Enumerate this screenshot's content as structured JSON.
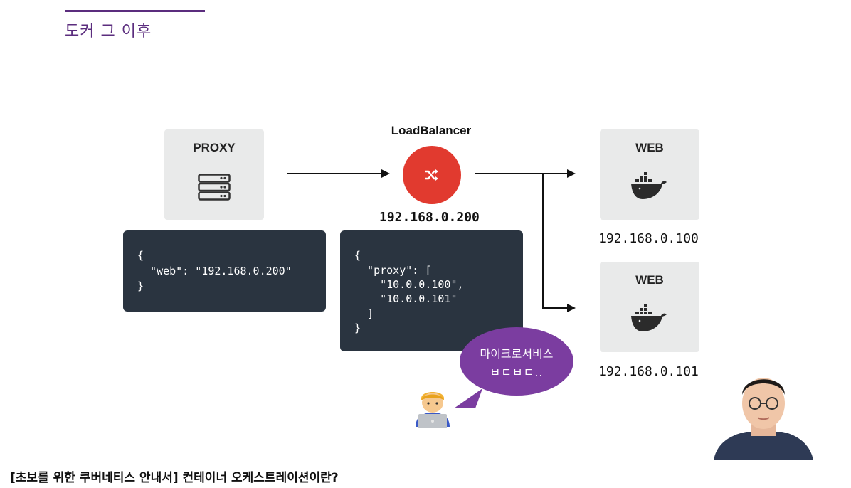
{
  "slide": {
    "title": "도커 그 이후"
  },
  "proxy_card": {
    "label": "PROXY"
  },
  "load_balancer": {
    "label": "LoadBalancer",
    "ip": "192.168.0.200"
  },
  "web_cards": [
    {
      "label": "WEB",
      "ip": "192.168.0.100"
    },
    {
      "label": "WEB",
      "ip": "192.168.0.101"
    }
  ],
  "code_left": {
    "lines": [
      "{",
      "  \"web\": \"192.168.0.200\"",
      "}"
    ]
  },
  "code_right": {
    "lines": [
      "{",
      "  \"proxy\": [",
      "    \"10.0.0.100\",",
      "    \"10.0.0.101\"",
      "  ]",
      "}"
    ]
  },
  "bubble": {
    "line1": "마이크로서비스",
    "line2": "ㅂㄷㅂㄷ.."
  },
  "caption": "[초보를 위한 쿠버네티스 안내서] 컨테이너 오케스트레이션이란?",
  "colors": {
    "accent": "#5b2d7e",
    "lb_red": "#e13a2f",
    "code_bg": "#2a3440",
    "bubble": "#7b3da0",
    "card_bg": "#e9eaea"
  },
  "icons": {
    "proxy": "server-icon",
    "load_balancer": "shuffle-icon",
    "web": "docker-whale-icon",
    "developer": "developer-emoji-icon"
  }
}
